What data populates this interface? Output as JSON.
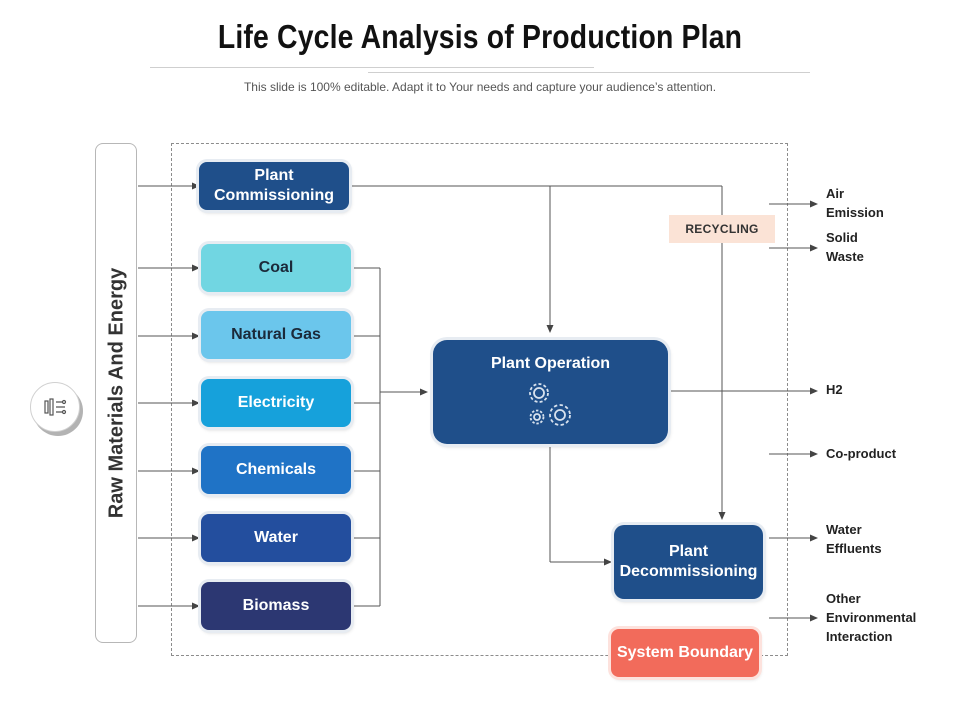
{
  "header": {
    "title": "Life Cycle Analysis of Production Plan",
    "subtitle": "This slide is 100% editable. Adapt it to Your needs and capture your audience’s attention."
  },
  "sidebar": {
    "label": "Raw Materials And Energy",
    "icon": "process-flow-icon"
  },
  "stages": {
    "commissioning": "Plant\nCommissioning",
    "operation": "Plant Operation",
    "operation_icon": "gears-icon",
    "decommissioning": "Plant\nDecommissioning",
    "boundary": "System Boundary"
  },
  "inputs": [
    {
      "label": "Coal",
      "color": "#71d6e2"
    },
    {
      "label": "Natural Gas",
      "color": "#6bc6ec"
    },
    {
      "label": "Electricity",
      "color": "#16a1db"
    },
    {
      "label": "Chemicals",
      "color": "#1f73c6"
    },
    {
      "label": "Water",
      "color": "#234e9e"
    },
    {
      "label": "Biomass",
      "color": "#2c3772"
    }
  ],
  "recycling": "RECYCLING",
  "outputs": [
    {
      "label": "Air\nEmission"
    },
    {
      "label": "Solid\nWaste"
    },
    {
      "label": "H2"
    },
    {
      "label": "Co-product"
    },
    {
      "label": "Water\nEffluents"
    },
    {
      "label": "Other\nEnvironmental\nInteraction"
    }
  ],
  "colors": {
    "stage_dark": "#1f4f8a",
    "system_boundary": "#f26b5b",
    "recycling_bg": "#fbe3d6"
  }
}
